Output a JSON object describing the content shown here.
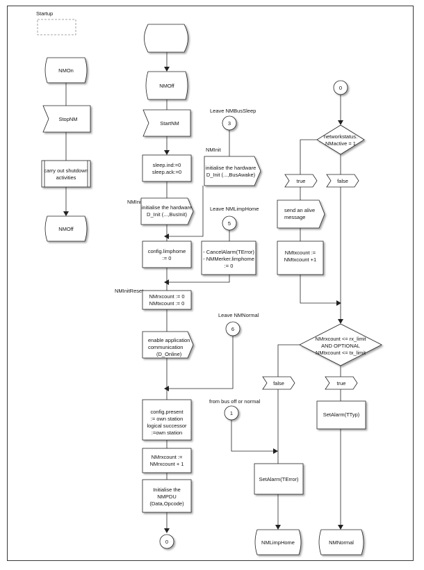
{
  "diagram": {
    "startup_label": "Startup",
    "left_column": {
      "nmon": "NMOn",
      "stopnm": "StopNM",
      "shutdown": [
        "carry out shutdown",
        "activities"
      ],
      "nmoff": "NMOff"
    },
    "center_column": {
      "nmoff": "NMOff",
      "startnm": "StartNM",
      "sleep_init": [
        "sleep.ind:=0",
        "sleep.ack:=0"
      ],
      "nminit_label": "NMInit",
      "init_hw_businit": [
        "initialise the hardware",
        "D_Init (...,BusInit)"
      ],
      "config_limphome": [
        "config.limphome",
        ":= 0"
      ],
      "nminitreset_label": "NMInitReset",
      "counters_reset": [
        "NMrxcount := 0",
        "NMtxcount := 0"
      ],
      "enable_comm": [
        "enable application",
        "communication",
        "(D_Online)"
      ],
      "config_present": [
        "config.present",
        ":= own station",
        "logical successor",
        ":=own station"
      ],
      "rxcount_inc": [
        "NMrxcount :=",
        "NMrxcount + 1"
      ],
      "init_nmpdu": [
        "Initialise the",
        "NMPDU",
        "(Data,Opcode)"
      ],
      "connector_0": "0"
    },
    "middle_column": {
      "leave_busssleep": "Leave NMBusSleep",
      "connector_3": "3",
      "nminit_label": "NMInit",
      "init_hw_busawake": [
        "initialise the hardware",
        "D_Init (...,BusAwake)"
      ],
      "leave_limphome": "Leave NMLimpHome",
      "connector_5": "5",
      "cancel_alarm": [
        "- CancelAlarm(TError)",
        "- NMMerker.limphome",
        ":= 0"
      ],
      "leave_normal": "Leave NMNormal",
      "connector_6": "6",
      "from_busoff": "from bus off or normal",
      "connector_1": "1"
    },
    "right_column": {
      "connector_0": "0",
      "networkstatus": [
        "networkstatus.",
        "NMactive = 1"
      ],
      "true_label": "true",
      "false_label": "false",
      "alive_message": [
        "send an alive",
        "message"
      ],
      "txcount_inc": [
        "NMtxcount :=",
        "NMtxcount +1"
      ],
      "limit_check": [
        "NMrxcount <= rx_limit",
        "AND OPTIONAL",
        "NMtxcount <= tx_limit"
      ],
      "false_label2": "false",
      "true_label2": "true",
      "set_alarm_typ": "SetAlarm(TTyp)",
      "set_alarm_error": "SetAlarm(TError)",
      "nmlimphome": "NMLimpHome",
      "nmnormal": "NMNormal"
    }
  }
}
